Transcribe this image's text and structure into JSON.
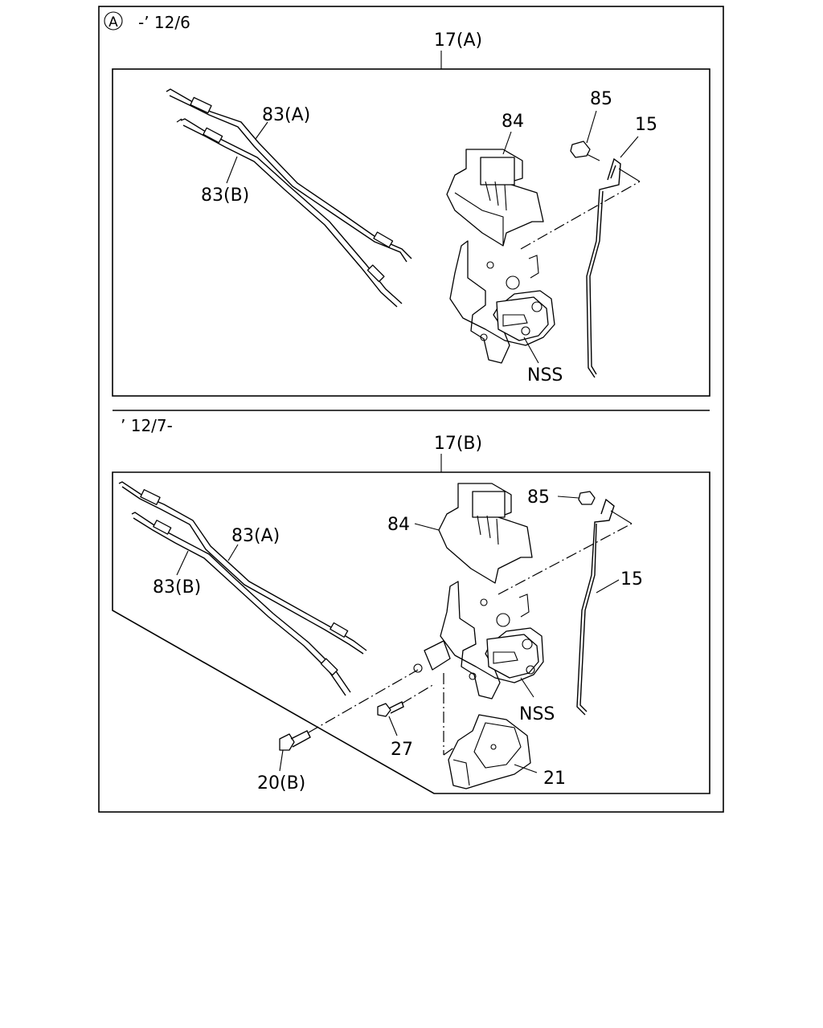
{
  "panel_a": {
    "circle_letter": "A",
    "period": "-’ 12/6",
    "assembly_label": "17(A)",
    "labels": {
      "cable_a": "83(A)",
      "cable_b": "83(B)",
      "cover": "84",
      "clip": "85",
      "rod": "15",
      "latch": "NSS"
    }
  },
  "panel_b": {
    "period": "’ 12/7-",
    "assembly_label": "17(B)",
    "labels": {
      "cable_a": "83(A)",
      "cable_b": "83(B)",
      "cover": "84",
      "clip": "85",
      "rod": "15",
      "latch": "NSS",
      "screw_27": "27",
      "bolt_20b": "20(B)",
      "actuator": "21"
    }
  }
}
